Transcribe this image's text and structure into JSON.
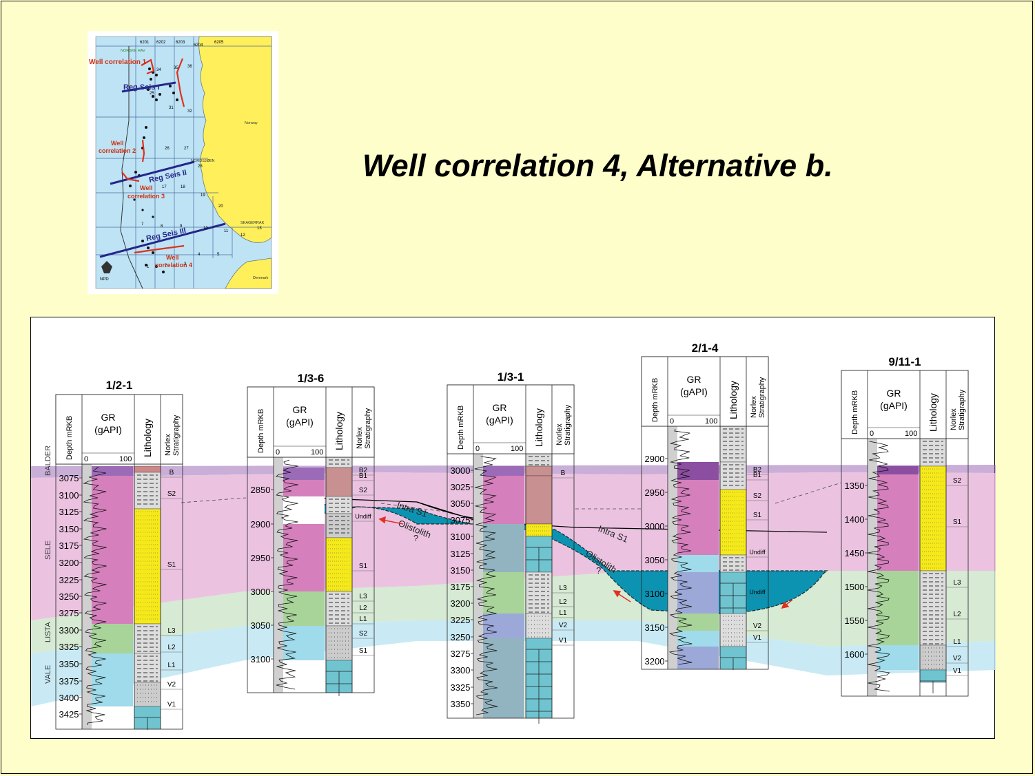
{
  "slide": {
    "title": "Well correlation 4, Alternative b.",
    "background": "#fefecb"
  },
  "map": {
    "blocks_top": [
      "6201",
      "6202",
      "6203",
      "6204",
      "6205"
    ],
    "quadrants": [
      "35",
      "36",
      "31",
      "32",
      "25",
      "26",
      "27",
      "17",
      "18",
      "19",
      "20",
      "7",
      "8",
      "9",
      "10",
      "11",
      "12",
      "13",
      "4",
      "5",
      "3",
      "2",
      "1",
      "28",
      "34"
    ],
    "labels": [
      {
        "text": "Well correlation 1",
        "color": "#d03010"
      },
      {
        "text": "Reg Seis I",
        "color": "#2a2a8a"
      },
      {
        "text": "Well",
        "color": "#d03010"
      },
      {
        "text": "correlation 2",
        "color": "#d03010"
      },
      {
        "text": "Reg Seis II",
        "color": "#2a2a8a"
      },
      {
        "text": "Well",
        "color": "#d03010"
      },
      {
        "text": "correlation 3",
        "color": "#d03010"
      },
      {
        "text": "Reg Seis III",
        "color": "#2a2a8a"
      },
      {
        "text": "Well",
        "color": "#d03010"
      },
      {
        "text": "correlation 4",
        "color": "#d03010"
      }
    ],
    "land_labels": [
      "Norway",
      "Denmark",
      "SKAGERRAK",
      "NORDSJØEN",
      "NORSKE HAV"
    ],
    "logo_text": "NPD",
    "colors": {
      "sea": "#bde3f5",
      "land": "#ffef5a",
      "grid": "#4a6a9a"
    }
  },
  "correlation": {
    "zone_labels": [
      "BALDER",
      "SELE",
      "LISTA",
      "VALE"
    ],
    "zone_colors": {
      "balder": "#9c6bb8",
      "sele": "#e7b8dc",
      "lista": "#cfe6cd",
      "vale": "#bfe6f2",
      "olistolith": "#0d93b2"
    },
    "annotations": [
      {
        "text": "Intra S1"
      },
      {
        "text": "Olistolith"
      },
      {
        "text": "?"
      },
      {
        "text": "Intra S1"
      },
      {
        "text": "Olistolith"
      },
      {
        "text": "?"
      }
    ],
    "wells": [
      {
        "name": "1/2-1",
        "headers": {
          "depth": "Depth mRKB",
          "gr": "GR",
          "gr_unit": "(gAPI)",
          "gr_min": "0",
          "gr_max": "100",
          "lith": "Lithology",
          "strat": "Norlex Stratigraphy"
        },
        "depths": [
          "3075",
          "3100",
          "3125",
          "3150",
          "3175",
          "3200",
          "3225",
          "3250",
          "3275",
          "3300",
          "3325",
          "3350",
          "3375",
          "3400",
          "3425"
        ],
        "strat": [
          "B",
          "S2",
          "S1",
          "L3",
          "L2",
          "L1",
          "V2",
          "V1"
        ]
      },
      {
        "name": "1/3-6",
        "headers": {
          "depth": "Depth mRKB",
          "gr": "GR",
          "gr_unit": "(gAPI)",
          "gr_min": "0",
          "gr_max": "100",
          "lith": "Lithology",
          "strat": "Norlex Stratigraphy"
        },
        "depths": [
          "2850",
          "2900",
          "2950",
          "3000",
          "3050",
          "3100"
        ],
        "strat": [
          "B2",
          "B1",
          "S2",
          "Undiff",
          "S1",
          "L3",
          "L2",
          "L1",
          "S2",
          "S1"
        ]
      },
      {
        "name": "1/3-1",
        "headers": {
          "depth": "Depth mRKB",
          "gr": "GR",
          "gr_unit": "(gAPI)",
          "gr_min": "0",
          "gr_max": "100",
          "lith": "Lithology",
          "strat": "Norlex Stratigraphy"
        },
        "depths": [
          "3000",
          "3025",
          "3050",
          "3075",
          "3100",
          "3125",
          "3150",
          "3175",
          "3200",
          "3225",
          "3250",
          "3275",
          "3300",
          "3325",
          "3350"
        ],
        "strat": [
          "B",
          "L3",
          "L2",
          "L1",
          "V2",
          "V1"
        ]
      },
      {
        "name": "2/1-4",
        "headers": {
          "depth": "Depth mRKB",
          "gr": "GR",
          "gr_unit": "(gAPI)",
          "gr_min": "0",
          "gr_max": "100",
          "lith": "Lithology",
          "strat": "Norlex Stratigraphy"
        },
        "depths": [
          "2900",
          "2950",
          "3000",
          "3050",
          "3100",
          "3150",
          "3200"
        ],
        "strat": [
          "B2",
          "B1",
          "S2",
          "S1",
          "Undiff",
          "Undiff",
          "V2",
          "V1"
        ]
      },
      {
        "name": "9/11-1",
        "headers": {
          "depth": "Depth mRKB",
          "gr": "GR",
          "gr_unit": "(gAPI)",
          "gr_min": "0",
          "gr_max": "100",
          "lith": "Lithology",
          "strat": "Norlex Stratigraphy"
        },
        "depths": [
          "1350",
          "1400",
          "1450",
          "1500",
          "1550",
          "1600"
        ],
        "strat": [
          "S2",
          "S1",
          "L3",
          "L2",
          "L1",
          "V2",
          "V1"
        ]
      }
    ]
  }
}
